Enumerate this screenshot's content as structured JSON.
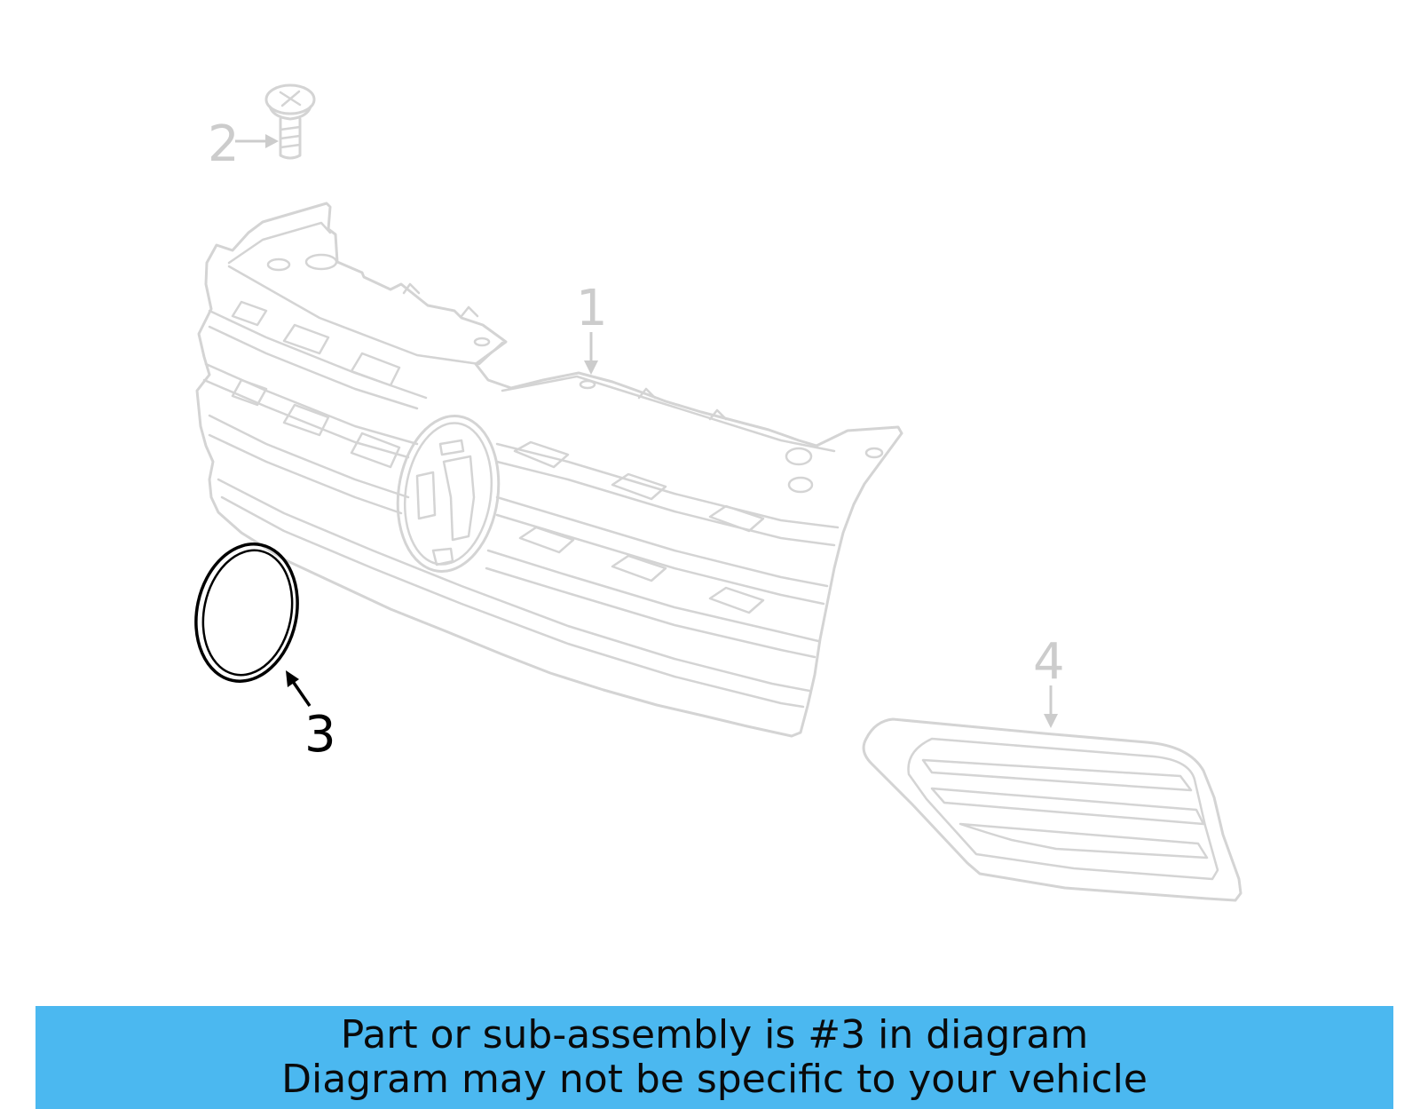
{
  "callouts": {
    "part_1": "1",
    "part_2": "2",
    "part_3": "3",
    "part_4": "4"
  },
  "highlighted_part": "3",
  "colors": {
    "faded_part": "#d4d4d4",
    "faded_label": "#cccccc",
    "highlight": "#000000",
    "banner_background": "#4bb8f0"
  },
  "icons": {
    "part_1": "front-grille-icon",
    "part_2": "screw-icon",
    "part_3": "emblem-ring-icon",
    "part_4": "side-vent-grille-icon"
  },
  "banner": {
    "line_1": "Part or sub-assembly is #3 in diagram",
    "line_2": "Diagram may not be specific to your vehicle"
  }
}
